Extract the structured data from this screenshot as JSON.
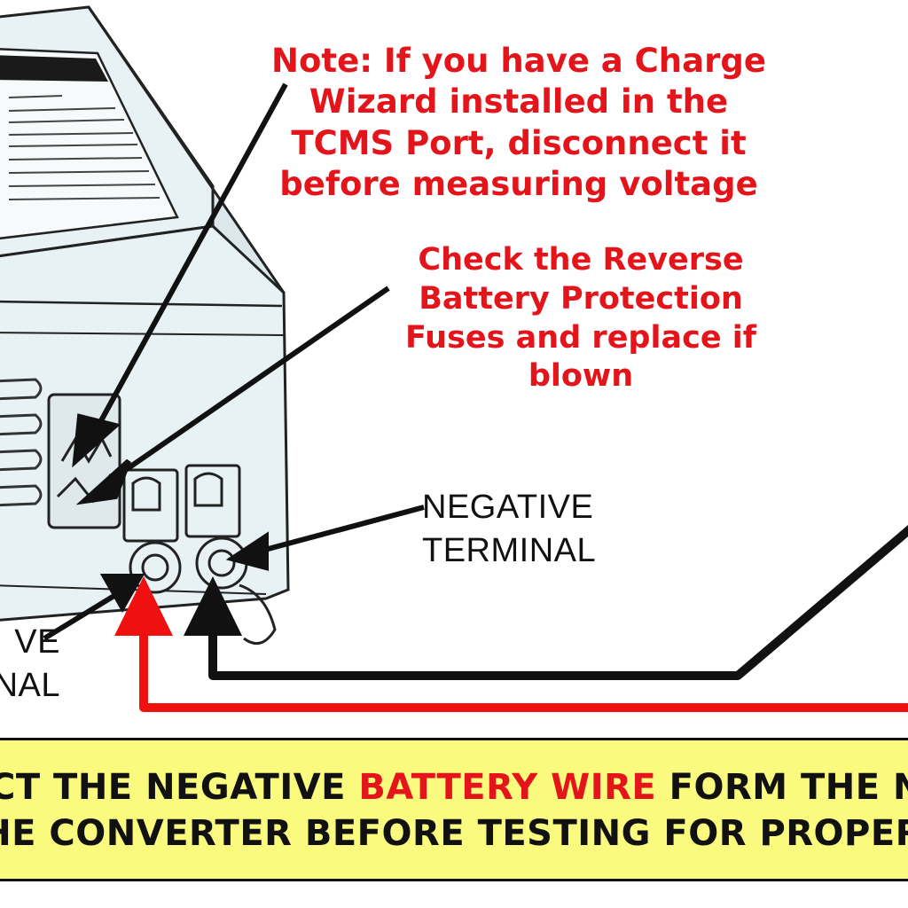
{
  "colors": {
    "warning_text": "#e4141b",
    "plain_text": "#111111",
    "banner_background": "#fafa7e",
    "converter_body": "#e8f1f3",
    "positive_wire": "#ef1010",
    "negative_wire": "#111111"
  },
  "notes": {
    "charge_wizard": {
      "lines": [
        "Note: If you have a Charge",
        "Wizard installed in the",
        "TCMS Port, disconnect it",
        "before measuring voltage"
      ]
    },
    "reverse_fuses": {
      "lines": [
        "Check the Reverse",
        "Battery Protection",
        "Fuses and replace if",
        "blown"
      ]
    }
  },
  "terminals": {
    "negative": {
      "line1": "NEGATIVE",
      "line2": "TERMINAL"
    },
    "positive": {
      "line1": "VE",
      "line2": "NAL"
    }
  },
  "banner": {
    "line1": [
      {
        "text": "NECT THE ",
        "color": "#111111"
      },
      {
        "text": "NEGATIVE ",
        "color": "#111111"
      },
      {
        "text": "BATTERY WIRE",
        "color": "#e4141b"
      },
      {
        "text": " FORM THE N",
        "color": "#111111"
      }
    ],
    "line2": [
      {
        "text": "HE CONVERTER BEFORE TESTING FOR PROPER ",
        "color": "#111111"
      }
    ]
  }
}
